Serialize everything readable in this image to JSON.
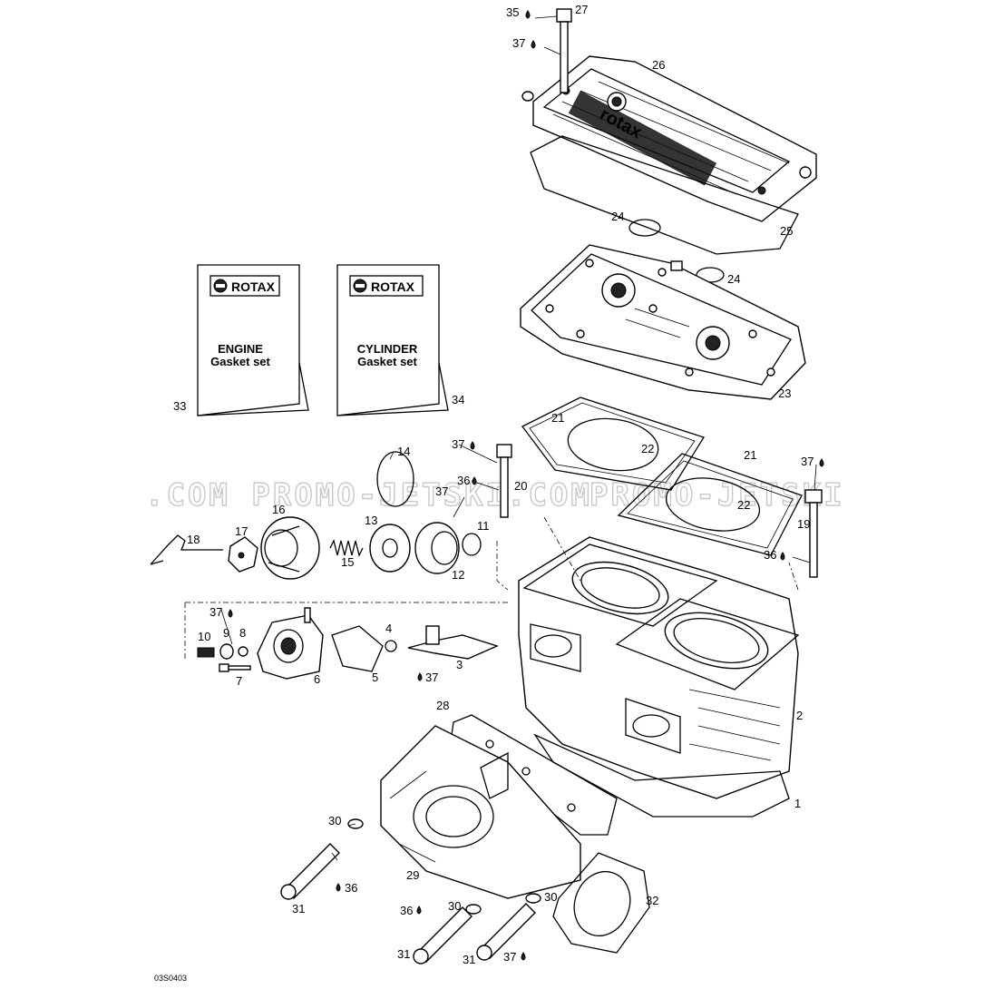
{
  "diagram": {
    "code": "03S0403",
    "watermark": {
      "left": ".COM  PROMO-JETSKI.COM",
      "right": "PROMO-JETSKI"
    },
    "cards": [
      {
        "brand": "ROTAX",
        "line1": "ENGINE",
        "line2": "Gasket set",
        "number": "33"
      },
      {
        "brand": "ROTAX",
        "line1": "CYLINDER",
        "line2": "Gasket set",
        "number": "34"
      }
    ],
    "callouts": {
      "p1": "1",
      "p2": "2",
      "p3": "3",
      "p4": "4",
      "p5": "5",
      "p6": "6",
      "p7": "7",
      "p8": "8",
      "p9": "9",
      "p10": "10",
      "p11": "11",
      "p12": "12",
      "p13": "13",
      "p14": "14",
      "p15": "15",
      "p16": "16",
      "p17": "17",
      "p18": "18",
      "p19": "19",
      "p20": "20",
      "p21a": "21",
      "p21b": "21",
      "p22a": "22",
      "p22b": "22",
      "p23": "23",
      "p24a": "24",
      "p24b": "24",
      "p25": "25",
      "p26": "26",
      "p27": "27",
      "p28": "28",
      "p29": "29",
      "p30a": "30",
      "p30b": "30",
      "p30c": "30",
      "p31a": "31",
      "p31b": "31",
      "p31c": "31",
      "p32": "32",
      "p35": "35",
      "p36a": "36",
      "p36b": "36",
      "p36c": "36",
      "p36d": "36",
      "p37a": "37",
      "p37b": "37",
      "p37c": "37",
      "p37d": "37",
      "p37e": "37",
      "p37f": "37",
      "p37g": "37"
    },
    "icons": {
      "drop": "lubricant-drop-icon",
      "logo": "rotax-logo-icon"
    }
  }
}
